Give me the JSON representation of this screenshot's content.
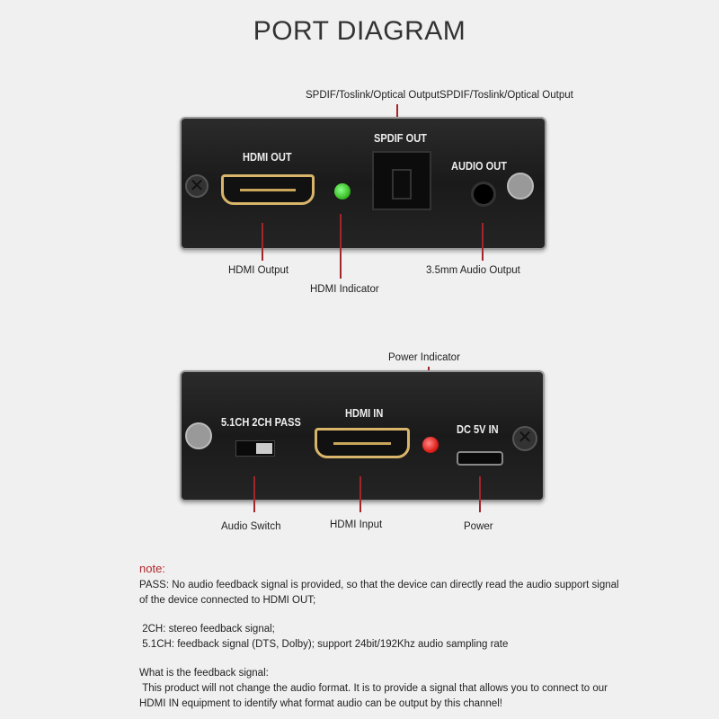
{
  "title": "PORT DIAGRAM",
  "top_panel": {
    "labels": {
      "hdmi_out": "HDMI OUT",
      "spdif_out": "SPDIF OUT",
      "audio_out": "AUDIO OUT"
    },
    "captions": {
      "spdif": "SPDIF/Toslink/Optical OutputSPDIF/Toslink/Optical Output",
      "hdmi_output": "HDMI Output",
      "hdmi_indicator": "HDMI Indicator",
      "audio_output": "3.5mm Audio Output"
    }
  },
  "bottom_panel": {
    "labels": {
      "switch": "5.1CH  2CH PASS",
      "hdmi_in": "HDMI IN",
      "dc_in": "DC 5V IN"
    },
    "captions": {
      "power_indicator": "Power Indicator",
      "audio_switch": "Audio Switch",
      "hdmi_input": "HDMI Input",
      "power": "Power"
    }
  },
  "notes": {
    "heading": "note:",
    "pass": "PASS: No audio feedback signal is provided, so that the device can directly read the audio support signal of the device connected to HDMI OUT;",
    "ch2": " 2CH: stereo feedback signal;",
    "ch51": " 5.1CH: feedback signal (DTS, Dolby); support 24bit/192Khz audio sampling rate",
    "what": "What is the feedback signal:",
    "explain": " This product will not change the audio format. It is to provide a signal that allows you to connect to our HDMI IN equipment to identify what format audio can be output by this channel!"
  },
  "colors": {
    "line": "#a3262b",
    "note": "#b0282d",
    "led_green": "#3fbf2a",
    "led_red": "#e0201a"
  }
}
